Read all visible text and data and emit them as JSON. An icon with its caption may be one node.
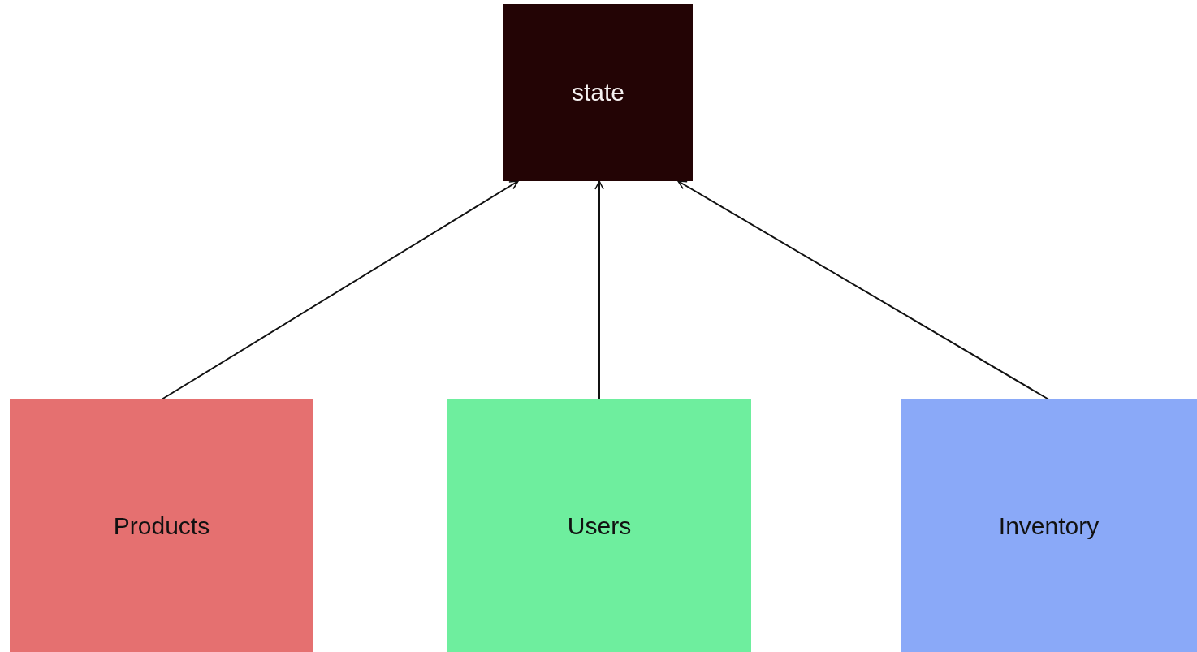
{
  "diagram": {
    "nodes": [
      {
        "text": [
          "state"
        ]
      },
      {
        "text": [
          "Products"
        ]
      },
      {
        "text": [
          "Users"
        ]
      },
      {
        "text": [
          "Inventory"
        ]
      }
    ],
    "edges": [
      {
        "from": 1,
        "to": 0,
        "arrow": "to"
      },
      {
        "from": 2,
        "to": 0,
        "arrow": "to"
      },
      {
        "from": 3,
        "to": 0,
        "arrow": "to"
      }
    ]
  }
}
